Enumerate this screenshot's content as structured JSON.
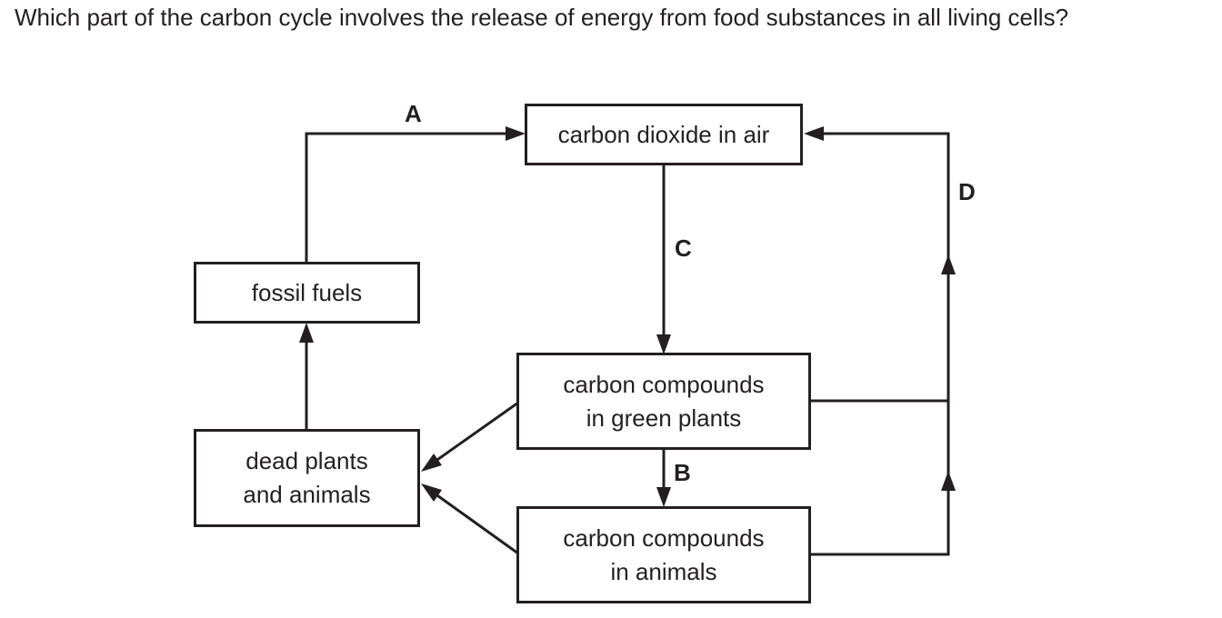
{
  "question": "Which part of the carbon cycle involves the release of energy from food substances in all living cells?",
  "diagram": {
    "boxes": {
      "co2_air": "carbon dioxide in air",
      "fossil_fuels": "fossil fuels",
      "green_plants": "carbon compounds\nin green plants",
      "dead": "dead plants\nand animals",
      "animals": "carbon compounds\nin animals"
    },
    "labels": {
      "a": "A",
      "b": "B",
      "c": "C",
      "d": "D"
    },
    "line_color": "#231f20"
  }
}
